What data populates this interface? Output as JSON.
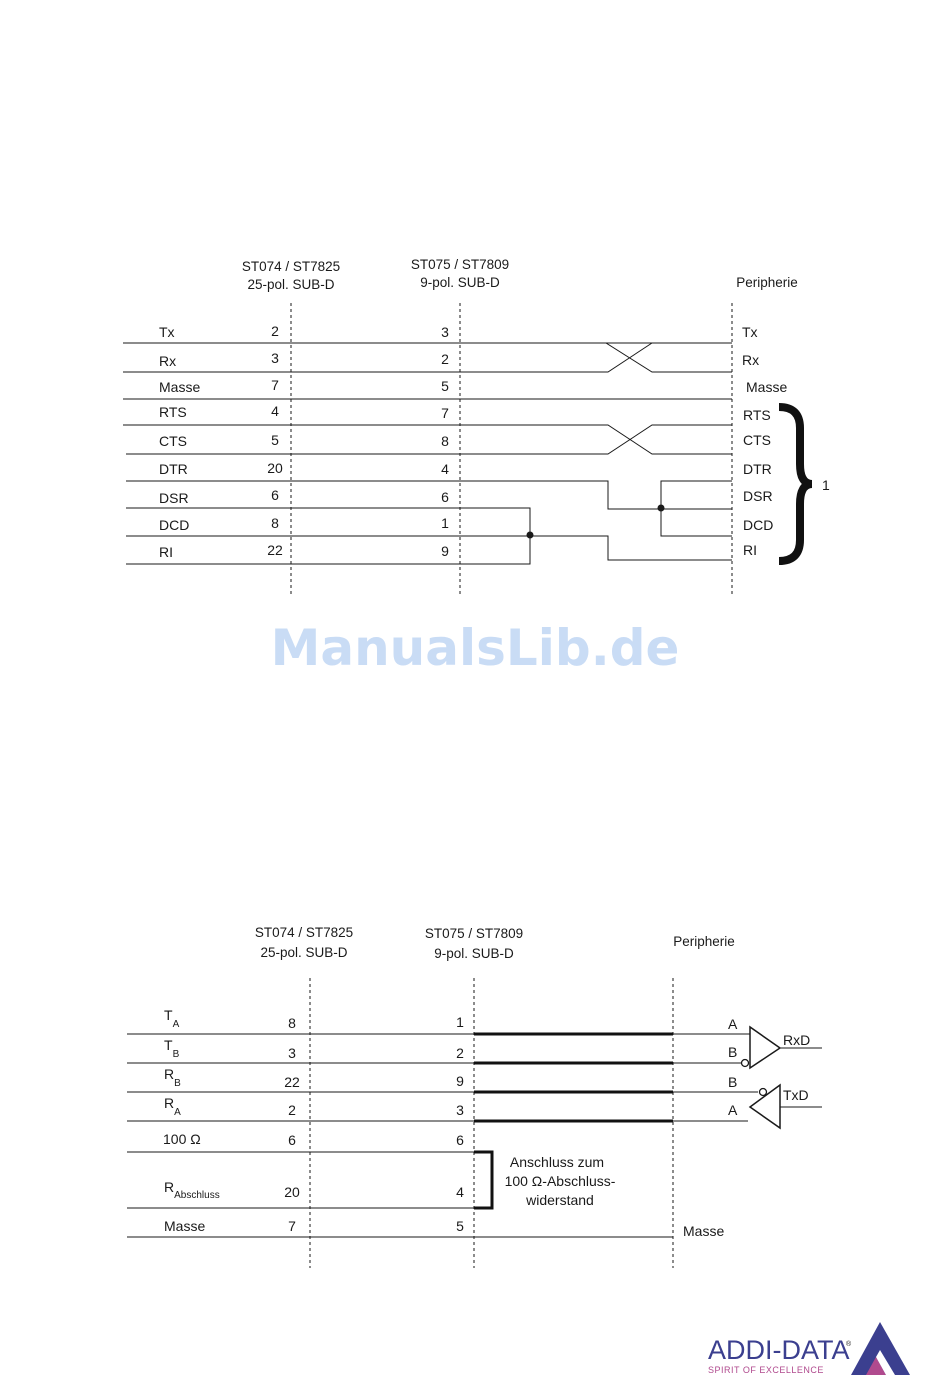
{
  "diagram1": {
    "col1_header": [
      "ST074 / ST7825",
      "25-pol. SUB-D"
    ],
    "col2_header": [
      "ST075 / ST7809",
      "9-pol. SUB-D"
    ],
    "col3_header": "Peripherie",
    "rows": [
      {
        "signal": "Tx",
        "pin25": "2",
        "pin9": "3",
        "peripheral": "Tx"
      },
      {
        "signal": "Rx",
        "pin25": "3",
        "pin9": "2",
        "peripheral": "Rx"
      },
      {
        "signal": "Masse",
        "pin25": "7",
        "pin9": "5",
        "peripheral": "Masse"
      },
      {
        "signal": "RTS",
        "pin25": "4",
        "pin9": "7",
        "peripheral": "RTS"
      },
      {
        "signal": "CTS",
        "pin25": "5",
        "pin9": "8",
        "peripheral": "CTS"
      },
      {
        "signal": "DTR",
        "pin25": "20",
        "pin9": "4",
        "peripheral": "DTR"
      },
      {
        "signal": "DSR",
        "pin25": "6",
        "pin9": "6",
        "peripheral": "DSR"
      },
      {
        "signal": "DCD",
        "pin25": "8",
        "pin9": "1",
        "peripheral": "DCD"
      },
      {
        "signal": "RI",
        "pin25": "22",
        "pin9": "9",
        "peripheral": "RI"
      }
    ],
    "brace_label": "1"
  },
  "watermark": "ManualsLib.de",
  "diagram2": {
    "col1_header": [
      "ST074 / ST7825",
      "25-pol. SUB-D"
    ],
    "col2_header": [
      "ST075 / ST7809",
      "9-pol. SUB-D"
    ],
    "col3_header": "Peripherie",
    "rows": [
      {
        "signal": "T",
        "sub": "A",
        "pin25": "8",
        "pin9": "1",
        "peripheral": "A"
      },
      {
        "signal": "T",
        "sub": "B",
        "pin25": "3",
        "pin9": "2",
        "peripheral": "B"
      },
      {
        "signal": "R",
        "sub": "B",
        "pin25": "22",
        "pin9": "9",
        "peripheral": "B"
      },
      {
        "signal": "R",
        "sub": "A",
        "pin25": "2",
        "pin9": "3",
        "peripheral": "A"
      },
      {
        "signal": "100 Ω",
        "sub": "",
        "pin25": "6",
        "pin9": "6",
        "peripheral": ""
      },
      {
        "signal": "R",
        "sub": "Abschluss",
        "pin25": "20",
        "pin9": "4",
        "peripheral": ""
      },
      {
        "signal": "Masse",
        "sub": "",
        "pin25": "7",
        "pin9": "5",
        "peripheral": "Masse"
      }
    ],
    "receiver_label": "RxD",
    "transmitter_label": "TxD",
    "note": [
      "Anschluss zum",
      "100 Ω-Abschluss-",
      "widerstand"
    ]
  },
  "logo": {
    "brand": "ADDI-DATA",
    "registered": "®",
    "slogan": "SPIRIT OF EXCELLENCE",
    "colors": {
      "brand": "#3b3f8f",
      "accent": "#b04a8e"
    }
  }
}
